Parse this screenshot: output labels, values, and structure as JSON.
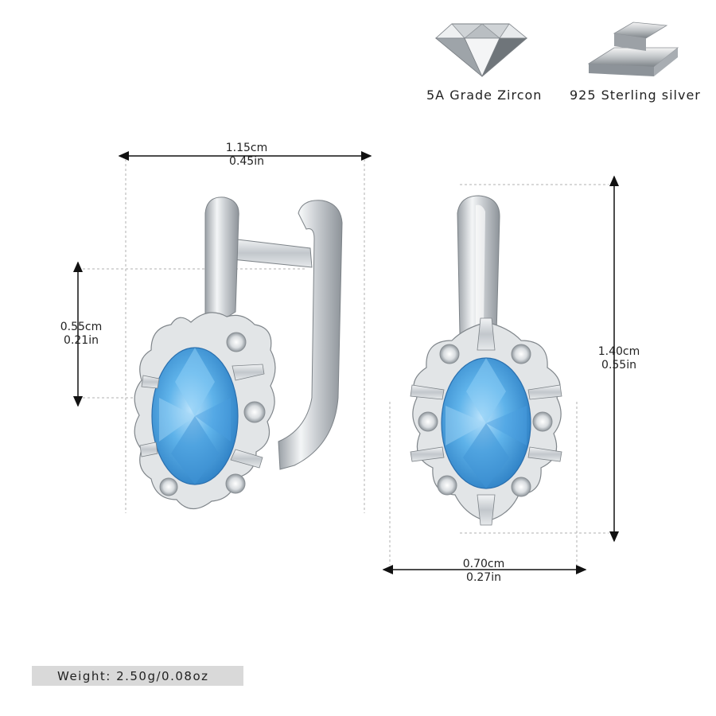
{
  "badges": {
    "zircon_label": "5A Grade Zircon",
    "silver_label": "925 Sterling silver"
  },
  "dimensions": {
    "left_width_cm": "1.15cm",
    "left_width_in": "0.45in",
    "left_height_cm": "0.55cm",
    "left_height_in": "0.21in",
    "right_height_cm": "1.40cm",
    "right_height_in": "0.55in",
    "right_width_cm": "0.70cm",
    "right_width_in": "0.27in"
  },
  "weight": {
    "label": "Weight: 2.50g/0.08oz"
  },
  "colors": {
    "gem_blue": "#5fb3ea",
    "silver": "#d7dadd",
    "weight_bar": "#d9d9d9"
  }
}
